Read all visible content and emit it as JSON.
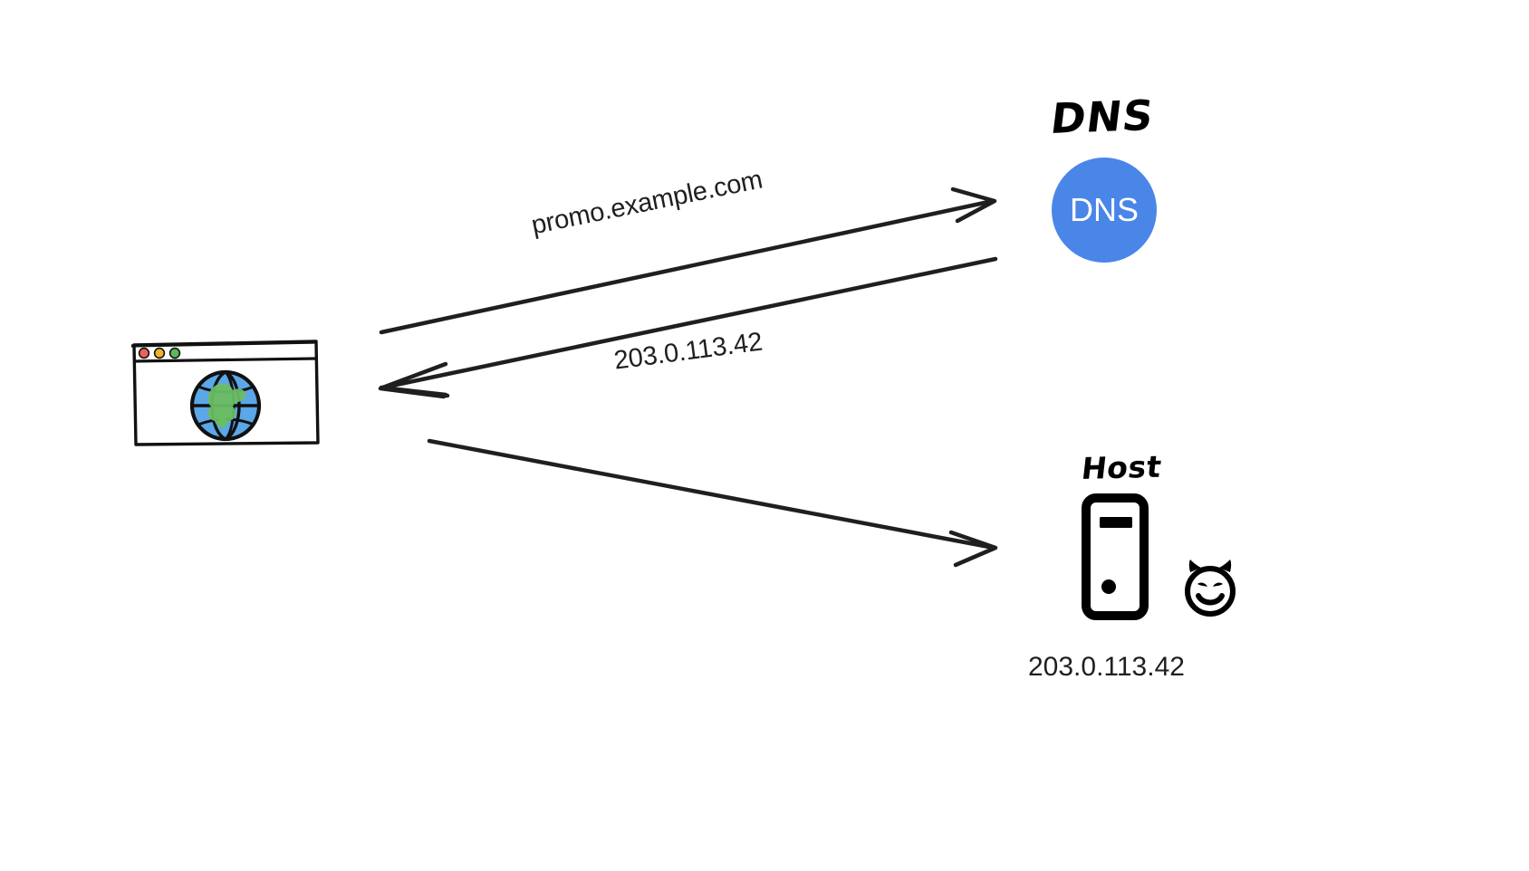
{
  "diagram": {
    "title": "DNS resolution to attacker host",
    "background_color": "#ffffff",
    "stroke_color": "#1f1f1f",
    "nodes": {
      "browser": {
        "name": "browser-window",
        "icon": "web-browser-globe-icon",
        "traffic_lights": [
          {
            "name": "close-dot",
            "color": "#e8645a"
          },
          {
            "name": "minimize-dot",
            "color": "#f0b429"
          },
          {
            "name": "maximize-dot",
            "color": "#5cb85c"
          }
        ],
        "globe_ocean_color": "#5ba7e8",
        "globe_land_color": "#6bbd63"
      },
      "dns": {
        "label": "DNS",
        "badge_text": "DNS",
        "color": "#4a86e8",
        "badge_text_color": "#ffffff"
      },
      "host": {
        "label": "Host",
        "ip": "203.0.113.42",
        "icon": "server-tower-icon",
        "marker": "devil-face-icon"
      }
    },
    "edges": [
      {
        "name": "edge-dns-query",
        "label": "promo.example.com",
        "from": "browser",
        "to": "dns",
        "direction": "forward"
      },
      {
        "name": "edge-dns-answer",
        "label": "203.0.113.42",
        "from": "dns",
        "to": "browser",
        "direction": "forward"
      },
      {
        "name": "edge-browser-host",
        "label": "",
        "from": "browser",
        "to": "host",
        "direction": "forward"
      }
    ]
  }
}
